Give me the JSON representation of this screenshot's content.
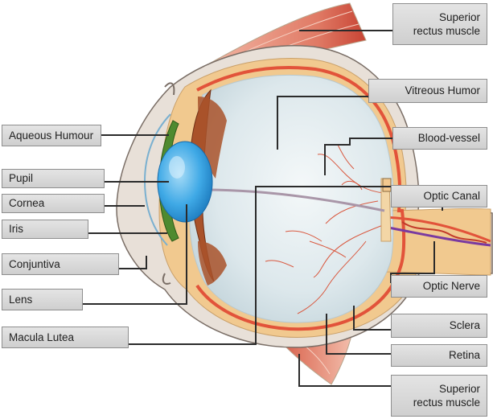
{
  "labels": {
    "superior_rectus_top": "Superior\nrectus muscle",
    "vitreous_humor": "Vitreous Humor",
    "blood_vessel": "Blood-vessel",
    "optic_canal": "Optic Canal",
    "optic_nerve": "Optic Nerve",
    "sclera": "Sclera",
    "retina": "Retina",
    "superior_rectus_bottom": "Superior\nrectus muscle",
    "aqueous_humour": "Aqueous Humour",
    "pupil": "Pupil",
    "cornea": "Cornea",
    "iris": "Iris",
    "conjuntiva": "Conjuntiva",
    "lens": "Lens",
    "macula_lutea": "Macula Lutea"
  },
  "colors": {
    "muscle": "#d8574a",
    "sclera": "#f1c98f",
    "choroid": "#e2533a",
    "vitreous": "#e4eef1",
    "lens": "#3fa9e6",
    "iris": "#4f8a2f",
    "ciliary": "#a9522a",
    "leader_line": "#2b2b2b"
  }
}
